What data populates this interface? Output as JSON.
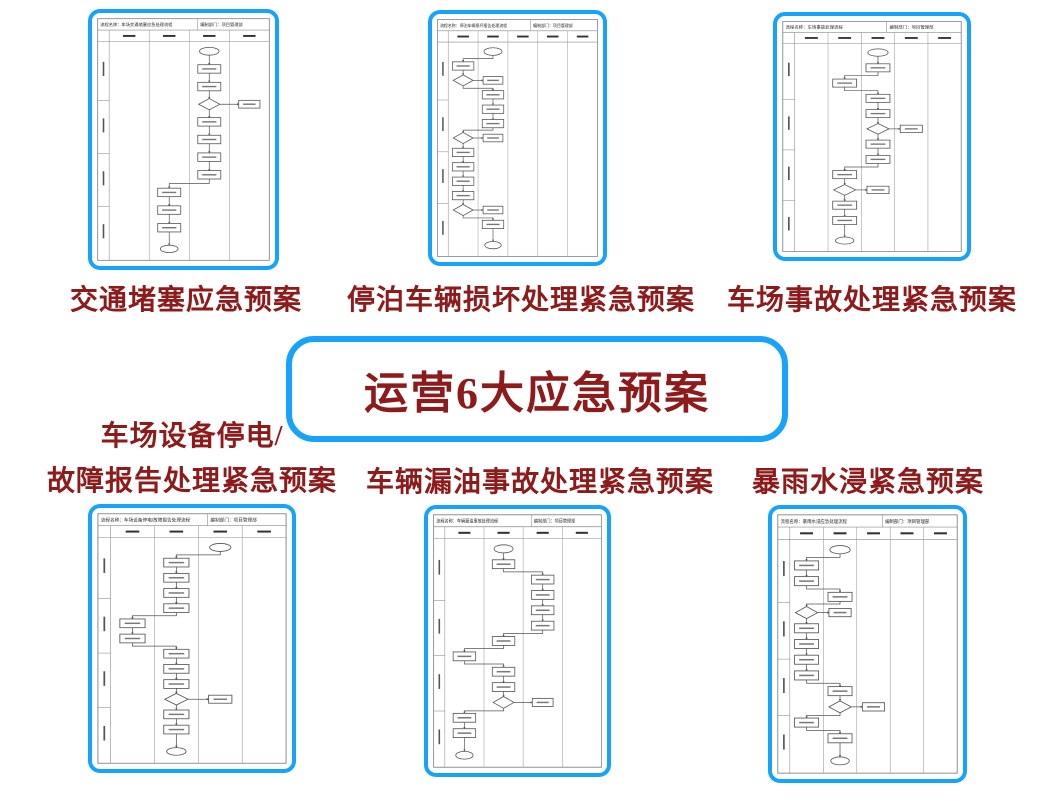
{
  "slide": {
    "title": "运营6大应急预案",
    "colors": {
      "border_blue": "#18a3fb",
      "text_red": "#8e1b1b"
    }
  },
  "charts": [
    {
      "caption": "交通堵塞应急预案",
      "header_left": "流程名称：车场交通堵塞应急处理流程",
      "header_right": "编制部门：项目管理部",
      "lanes": 4,
      "seed": 11,
      "steps": 10
    },
    {
      "caption": "停泊车辆损坏处理紧急预案",
      "header_left": "流程名称：停泊车辆损坏报告处理流程",
      "header_right": "编制部门：项目管理部",
      "lanes": 5,
      "seed": 27,
      "steps": 12
    },
    {
      "caption": "车场事故处理紧急预案",
      "header_left": "流程名称：车场事故处理流程",
      "header_right": "编制部门：项目管理部",
      "lanes": 5,
      "seed": 33,
      "steps": 11
    },
    {
      "caption": "车场设备停电/故障报告处理紧急预案",
      "caption_line1": "车场设备停电/",
      "caption_line2": "故障报告处理紧急预案",
      "header_left": "流程名称：车场设备停电/故障报告处理流程",
      "header_right": "编制部门：项目管理部",
      "lanes": 4,
      "seed": 44,
      "steps": 12
    },
    {
      "caption": "车辆漏油事故处理紧急预案",
      "header_left": "流程名称：车辆漏油事故处理流程",
      "header_right": "编制部门：项目管理部",
      "lanes": 4,
      "seed": 58,
      "steps": 12
    },
    {
      "caption": "暴雨水浸紧急预案",
      "header_left": "流程名称：暴雨水浸应急处理流程",
      "header_right": "编制部门：项目管理部",
      "lanes": 5,
      "seed": 66,
      "steps": 12
    }
  ]
}
